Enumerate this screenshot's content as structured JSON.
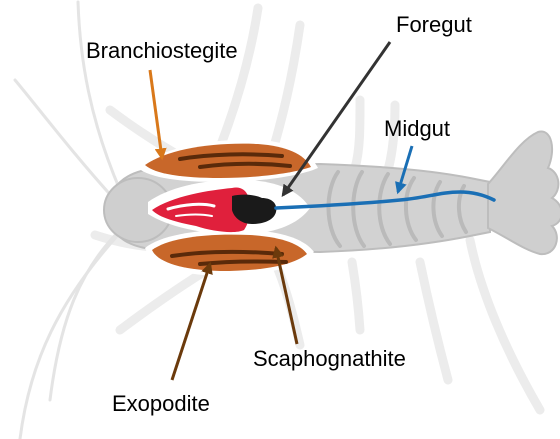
{
  "labels": {
    "branchiostegite": "Branchiostegite",
    "foregut": "Foregut",
    "midgut": "Midgut",
    "scaphognathite": "Scaphognathite",
    "exopodite": "Exopodite"
  },
  "colors": {
    "shrimp_outline": "#e3e3e3",
    "shrimp_body": "#d0d0d0",
    "shrimp_stroke": "#b5b5b5",
    "gill_plate": "#c8672a",
    "gill_stripe": "#5a2a0a",
    "foregut_red": "#e0203c",
    "foregut_black": "#1a1a1a",
    "midgut_blue": "#1a6fb5",
    "arrow_branchiostegite": "#d9781a",
    "arrow_foregut": "#333333",
    "arrow_midgut": "#1a6fb5",
    "arrow_scaphognathite": "#6b3a0c",
    "arrow_exopodite": "#6b3a0c"
  }
}
